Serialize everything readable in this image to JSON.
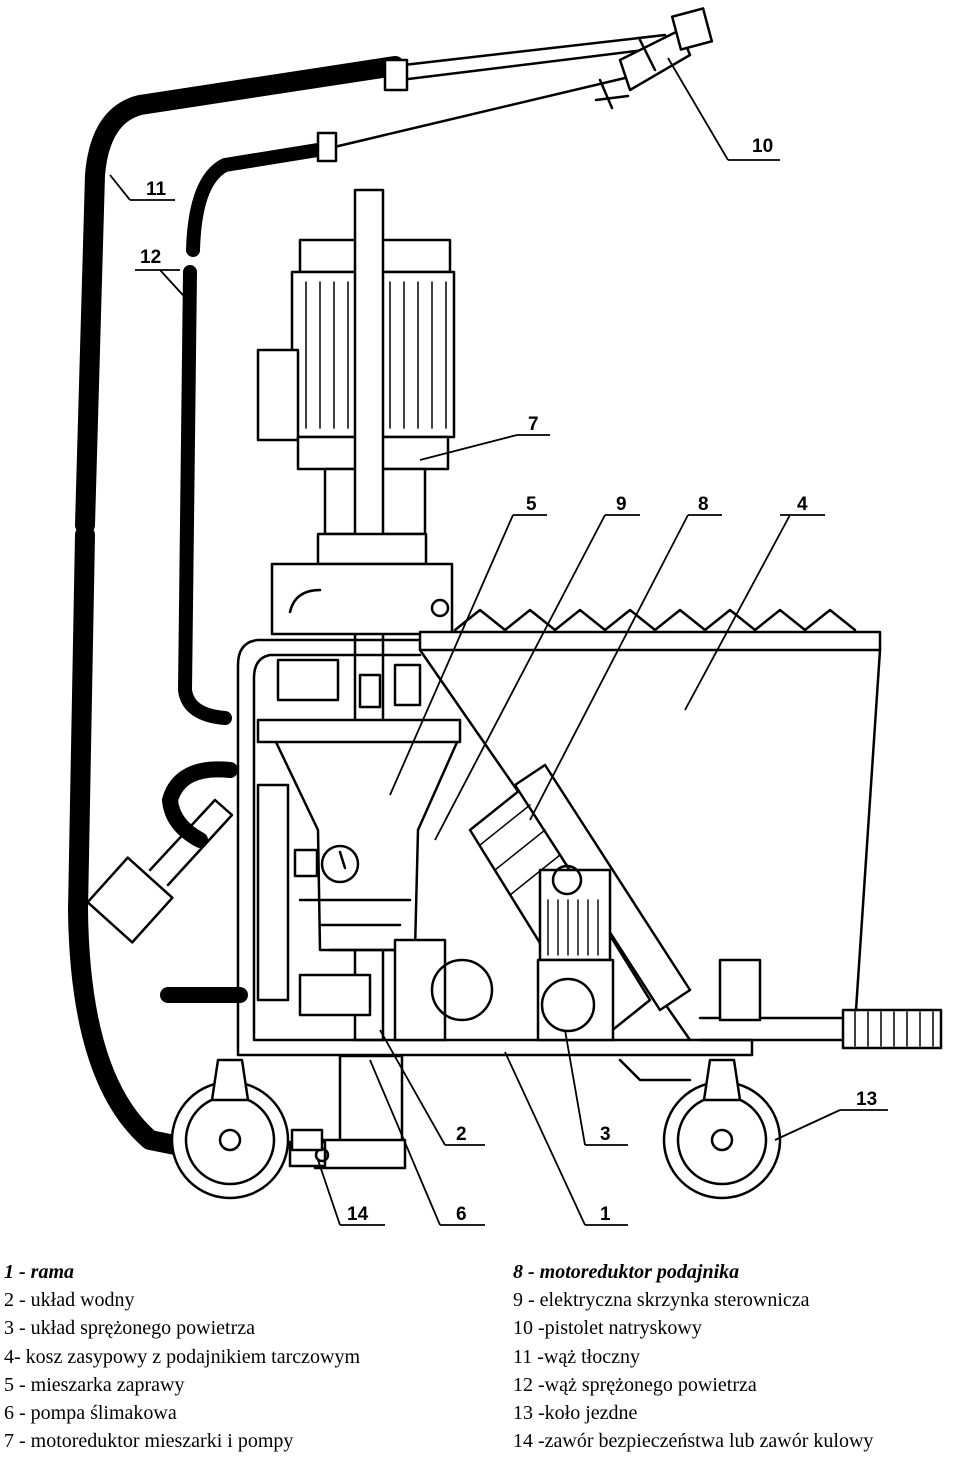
{
  "callouts": [
    "1",
    "2",
    "3",
    "4",
    "5",
    "6",
    "7",
    "8",
    "9",
    "10",
    "11",
    "12",
    "13",
    "14"
  ],
  "legend": {
    "left": [
      {
        "text": "1 - rama",
        "emphasis": true
      },
      {
        "text": "2 - układ wodny",
        "emphasis": false
      },
      {
        "text": "3 - układ sprężonego powietrza",
        "emphasis": false
      },
      {
        "text": "4- kosz zasypowy z podajnikiem tarczowym",
        "emphasis": false
      },
      {
        "text": "5 - mieszarka zaprawy",
        "emphasis": false
      },
      {
        "text": "6 - pompa ślimakowa",
        "emphasis": false
      },
      {
        "text": "7 - motoreduktor mieszarki i pompy",
        "emphasis": false
      }
    ],
    "right": [
      {
        "text": "8 - motoreduktor podajnika",
        "emphasis": true
      },
      {
        "text": "9 - elektryczna skrzynka sterownicza",
        "emphasis": false
      },
      {
        "text": "10 -pistolet natryskowy",
        "emphasis": false
      },
      {
        "text": "11 -wąż tłoczny",
        "emphasis": false
      },
      {
        "text": "12 -wąż sprężonego powietrza",
        "emphasis": false
      },
      {
        "text": "13 -koło jezdne",
        "emphasis": false
      },
      {
        "text": "14 -zawór bezpieczeństwa lub zawór kulowy",
        "emphasis": false
      }
    ]
  }
}
